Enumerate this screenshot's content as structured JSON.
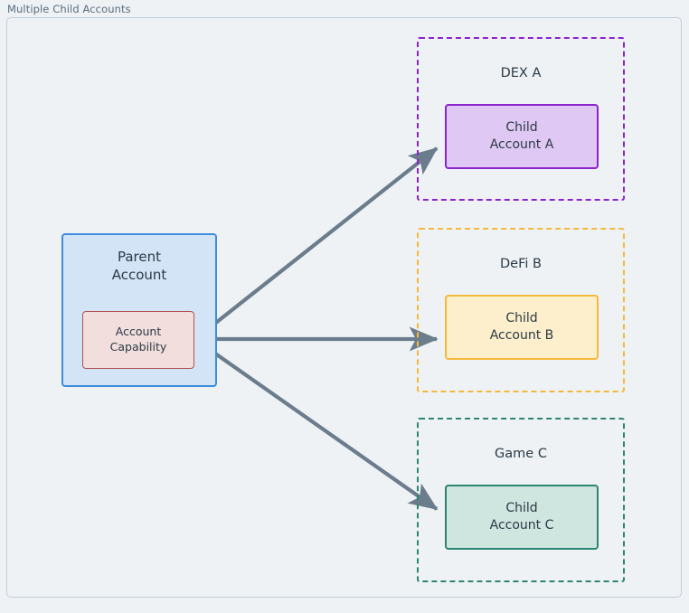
{
  "diagram": {
    "title": "Multiple Child Accounts",
    "type": "flow-diagram",
    "background_color": "#eef2f5",
    "frame_border_color": "#c3ced9",
    "title_color": "#5d6b7a"
  },
  "parent": {
    "label_line1": "Parent",
    "label_line2": "Account",
    "fill": "#d3e4f7",
    "border": "#3d8ddd",
    "capability": {
      "label_line1": "Account",
      "label_line2": "Capability",
      "fill": "#f2dedd",
      "border": "#b2504e"
    }
  },
  "groups": [
    {
      "name": "dex-a",
      "label": "DEX A",
      "border": "#8b23cf",
      "child": {
        "label_line1": "Child",
        "label_line2": "Account A",
        "fill": "#e0c8f4",
        "border": "#8b23cf"
      }
    },
    {
      "name": "defi-b",
      "label": "DeFi B",
      "border": "#f4b93b",
      "child": {
        "label_line1": "Child",
        "label_line2": "Account B",
        "fill": "#fdefcc",
        "border": "#f4b93b"
      }
    },
    {
      "name": "game-c",
      "label": "Game C",
      "border": "#2c8573",
      "child": {
        "label_line1": "Child",
        "label_line2": "Account C",
        "fill": "#cfe5e0",
        "border": "#2c8573"
      }
    }
  ],
  "connections": {
    "color": "#6b7c8c",
    "edges": [
      {
        "from": "account-capability",
        "to": "child-account-a"
      },
      {
        "from": "account-capability",
        "to": "child-account-b"
      },
      {
        "from": "account-capability",
        "to": "child-account-c"
      }
    ]
  }
}
